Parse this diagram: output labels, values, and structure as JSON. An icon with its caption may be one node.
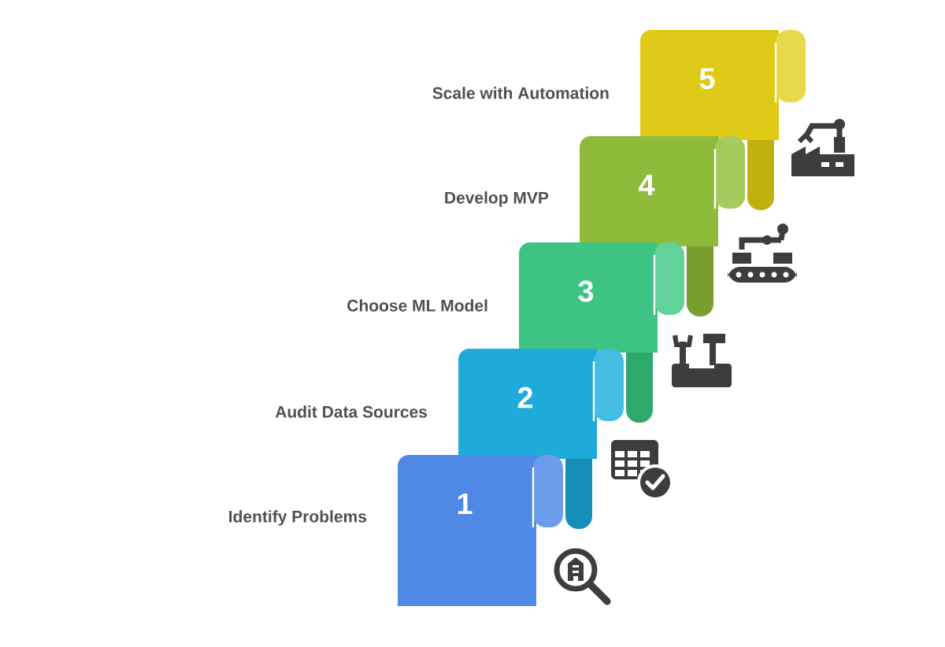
{
  "diagram": {
    "nodes": [
      {
        "text": [
          "1"
        ],
        "beside": [
          "Identify Problems"
        ]
      },
      {
        "text": [
          "2"
        ],
        "beside": [
          "Audit Data Sources"
        ]
      },
      {
        "text": [
          "3"
        ],
        "beside": [
          "Choose ML Model"
        ]
      },
      {
        "text": [
          "4"
        ],
        "beside": [
          "Develop MVP"
        ]
      },
      {
        "text": [
          "5"
        ],
        "beside": [
          "Scale with Automation"
        ]
      }
    ]
  }
}
